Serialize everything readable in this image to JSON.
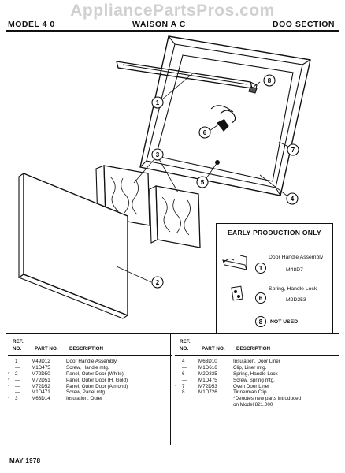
{
  "watermark": "AppliancePartsPros.com",
  "header": {
    "model": "MODEL 4 0",
    "title": "WAISON A C",
    "section": "DOO SECTION"
  },
  "callouts": [
    "1",
    "2",
    "3",
    "4",
    "5",
    "6",
    "7",
    "8"
  ],
  "early_production": {
    "title": "EARLY PRODUCTION ONLY",
    "items": [
      {
        "ref": "1",
        "label": "Door Handle Assembly",
        "part": "M48D7"
      },
      {
        "ref": "6",
        "label": "Spring, Handle Lock",
        "part": "M2D253"
      },
      {
        "ref": "8",
        "label": "NOT USED",
        "part": ""
      }
    ]
  },
  "table_headers": {
    "ref": "REF.\nNO.",
    "ref1": "REF.",
    "ref2": "NO.",
    "part": "PART NO.",
    "desc": "DESCRIPTION"
  },
  "parts_left": [
    {
      "mark": "",
      "ref": "1",
      "part": "M49D12",
      "desc": "Door Handle Assembly"
    },
    {
      "mark": "",
      "ref": "—",
      "part": "M1D475",
      "desc": "Screw, Handle mtg."
    },
    {
      "mark": "*",
      "ref": "2",
      "part": "M72D50",
      "desc": "Panel, Outer Door (White)"
    },
    {
      "mark": "*",
      "ref": "—",
      "part": "M72D51",
      "desc": "Panel, Outer Door (H. Gold)"
    },
    {
      "mark": "*",
      "ref": "—",
      "part": "M72D52",
      "desc": "Panel, Outer Door (Almond)"
    },
    {
      "mark": "",
      "ref": "—",
      "part": "M1D471",
      "desc": "Screw, Panel mtg."
    },
    {
      "mark": "*",
      "ref": "3",
      "part": "M63D14",
      "desc": "Insulation, Outer"
    }
  ],
  "parts_right": [
    {
      "mark": "",
      "ref": "4",
      "part": "M63D10",
      "desc": "Insulation, Door Liner"
    },
    {
      "mark": "",
      "ref": "—",
      "part": "M1D616",
      "desc": "Clip, Liner mtg."
    },
    {
      "mark": "",
      "ref": "6",
      "part": "M2D335",
      "desc": "Spring, Handle Lock"
    },
    {
      "mark": "",
      "ref": "—",
      "part": "M1D475",
      "desc": "Screw, Spring mtg."
    },
    {
      "mark": "*",
      "ref": "7",
      "part": "M72D53",
      "desc": "Oven Door Liner"
    },
    {
      "mark": "",
      "ref": "8",
      "part": "M1D726",
      "desc": "Tinnerman Clip"
    },
    {
      "mark": "",
      "ref": "",
      "part": "",
      "desc": "*Denotes new parts introduced"
    },
    {
      "mark": "",
      "ref": "",
      "part": "",
      "desc": "on Model 821.000"
    }
  ],
  "footer": "MAY 1978"
}
